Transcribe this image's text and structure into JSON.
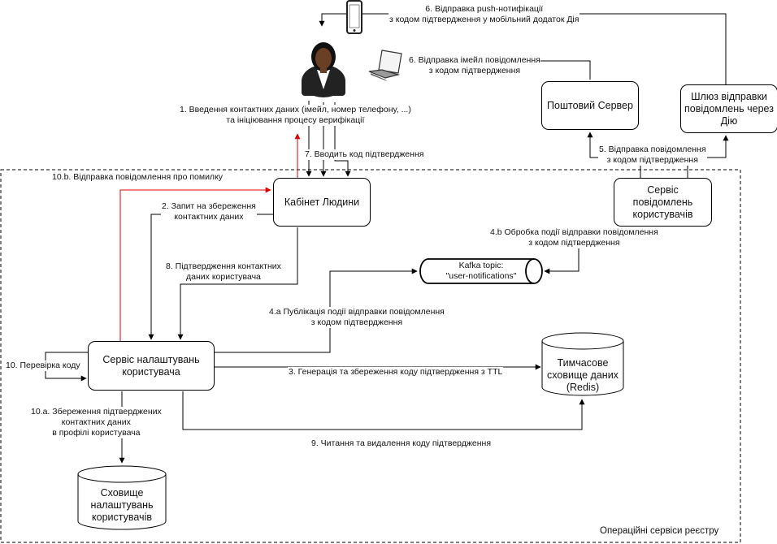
{
  "nodes": {
    "cabinet": "Кабінет Людини",
    "settings_service": "Сервіс налаштувань користувача",
    "notification_service": "Сервіс повідомлень користувачів",
    "mail_server": "Поштовий Сервер",
    "push_gateway": "Шлюз відправки повідомлень через Дію",
    "redis": "Тимчасове сховище даних (Redis)",
    "settings_storage": "Сховище налаштувань користувачів",
    "kafka_line1": "Kafka topic:",
    "kafka_line2": "\"user-notifications\""
  },
  "region_label": "Операційні сервіси реєстру",
  "edges": {
    "e1_line1": "1. Введення контактних даних (імейл, номер телефону, ...)",
    "e1_line2": "та ініціювання процесу верифікації",
    "e2_line1": "2. Запит на збереження",
    "e2_line2": "контактних даних",
    "e3": "3. Генерація та збереження коду підтвердження з TTL",
    "e4a_line1": "4.a Публікація події відправки повідомлення",
    "e4a_line2": "з кодом підтвердження",
    "e4b_line1": "4.b Обробка події відправки повідомлення",
    "e4b_line2": "з кодом підтвердження",
    "e5_line1": "5. Відправка повідомлення",
    "e5_line2": "з кодом підтвердження",
    "e6push_line1": "6. Відправка push-нотифікації",
    "e6push_line2": "з кодом підтвердження у мобільний додаток Дія",
    "e6mail_line1": "6. Відправка імейл повідомлення",
    "e6mail_line2": "з кодом підтвердження",
    "e7": "7. Вводить код підтвердження",
    "e8_line1": "8. Підтвердження контактних",
    "e8_line2": "даних користувача",
    "e9": "9. Читання та видалення коду підтвердження",
    "e10": "10. Перевірка коду",
    "e10a_line1": "10.a. Збереження підтверджених",
    "e10a_line2": "контактних даних",
    "e10a_line3": "в профілі користувача",
    "e10b": "10.b. Відправка повідомлення про помилку"
  },
  "colors": {
    "line": "#000000",
    "error_line": "#e00000",
    "person_skin": "#6b3f24",
    "person_suit": "#222222"
  },
  "icons": [
    "person-icon",
    "mobile-phone-icon",
    "laptop-icon"
  ]
}
